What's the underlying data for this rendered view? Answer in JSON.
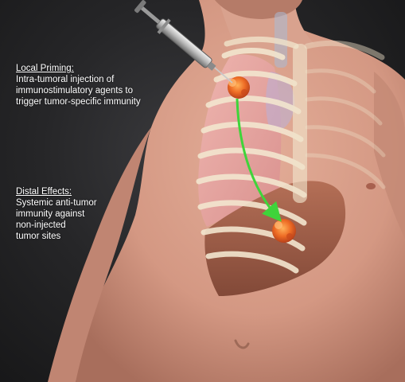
{
  "annotations": {
    "local_priming": {
      "title": "Local Priming:",
      "lines": [
        "Intra-tumoral injection of",
        "immunostimulatory agents to",
        "trigger tumor-specific immunity"
      ]
    },
    "distal_effects": {
      "title": "Distal Effects:",
      "lines": [
        "Systemic anti-tumor",
        "immunity against",
        "non-injected",
        "tumor sites"
      ]
    }
  },
  "colors": {
    "background": "#1d1d1f",
    "skin": "#d9a08c",
    "lung": "#e7a9a6",
    "rib": "#f3e6cf",
    "liver": "#9b5a44",
    "tumor": "#e8672a",
    "arrow": "#3fd43a",
    "text": "#ffffff"
  },
  "icons": [
    "syringe-icon",
    "tumor-icon",
    "arrow-icon"
  ]
}
